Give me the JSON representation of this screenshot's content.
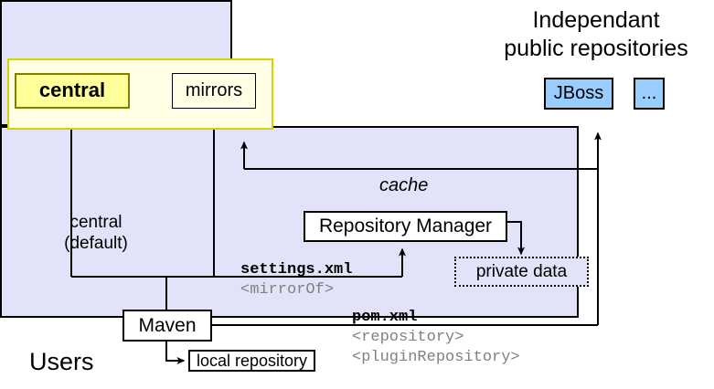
{
  "diagram": {
    "title": "Maven repository resolution diagram",
    "panels": {
      "public_repos": {
        "name": "public-repositories-panel",
        "fill": "#ffffe6",
        "border": "#d4d400"
      },
      "independent": {
        "title": "Independant\npublic repositories",
        "title_line1": "Independant",
        "title_line2": "public repositories",
        "fill": "#e2e2f8",
        "items": [
          {
            "label": "JBoss",
            "fill": "#99ccff"
          },
          {
            "label": "...",
            "fill": "#99ccff"
          }
        ]
      },
      "users": {
        "label": "Users",
        "fill": "#e2e2f8"
      }
    },
    "nodes": {
      "central": {
        "label": "central",
        "fill": "#ffff99",
        "border": "#808000"
      },
      "mirrors": {
        "label": "mirrors",
        "fill": "#ffffe6"
      },
      "repository_manager": {
        "label": "Repository Manager",
        "fill": "#ffffff"
      },
      "private_data": {
        "label": "private data",
        "fill": "#e2e2f8",
        "style": "dotted"
      },
      "maven": {
        "label": "Maven",
        "fill": "#ffffff"
      },
      "local_repository": {
        "label": "local repository",
        "fill": "#ffffff"
      }
    },
    "labels": {
      "central_default": "central\n(default)",
      "central_default_line1": "central",
      "central_default_line2": "(default)",
      "cache": "cache",
      "settings_xml": "settings.xml",
      "mirror_of": "<mirrorOf>",
      "pom_xml": "pom.xml",
      "repository_tag": "<repository>",
      "plugin_repository_tag": "<pluginRepository>"
    },
    "colors": {
      "lavender": "#e2e2f8",
      "pale_yellow": "#ffffe6",
      "yellow": "#ffff99",
      "light_blue": "#99ccff",
      "grey_text": "#808080",
      "line": "#000000"
    }
  }
}
